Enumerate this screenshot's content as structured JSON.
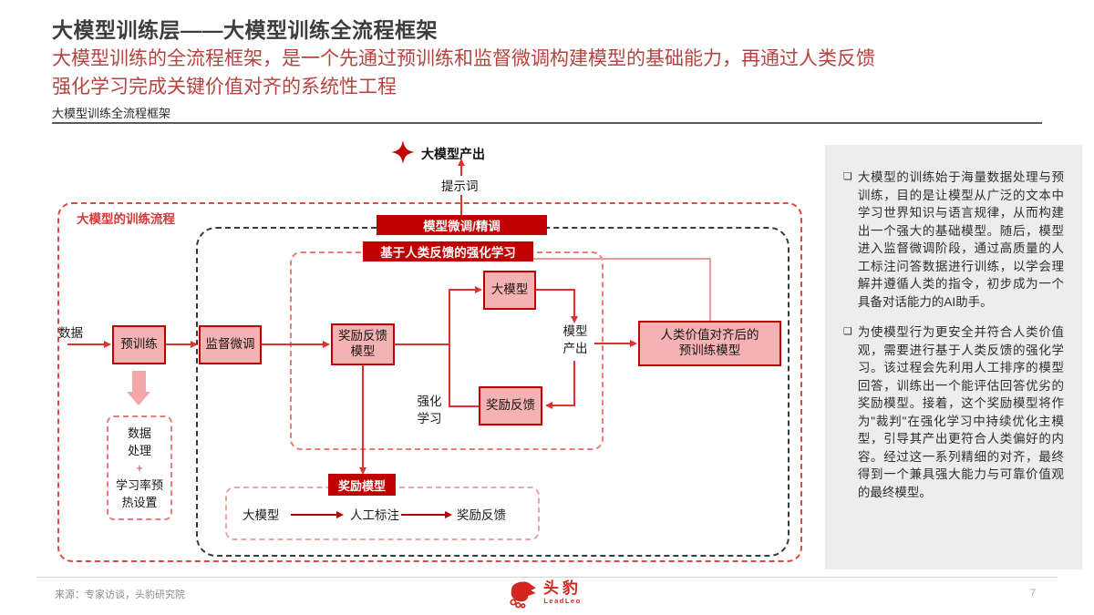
{
  "header": {
    "title": "大模型训练层——大模型训练全流程框架",
    "subtitle_line1": "大模型训练的全流程框架，是一个先通过预训练和监督微调构建模型的基础能力，再通过人类反馈",
    "subtitle_line2": "强化学习完成关键价值对齐的系统性工程",
    "section_label": "大模型训练全流程框架"
  },
  "diagram": {
    "output_label": "大模型产出",
    "prompt_label": "提示词",
    "container_label": "大模型的训练流程",
    "banners": {
      "finetune": "模型微调/精调",
      "rlhf": "基于人类反馈的强化学习",
      "reward_model": "奖励模型"
    },
    "boxes": {
      "pretrain": "预训练",
      "sft": "监督微调",
      "rfm_l1": "奖励反馈",
      "rfm_l2": "模型",
      "llm": "大模型",
      "reward_feedback": "奖励反馈",
      "aligned_l1": "人类价值对齐后的",
      "aligned_l2": "预训练模型"
    },
    "labels": {
      "data": "数据",
      "model_output_l1": "模型",
      "model_output_l2": "产出",
      "rl_l1": "强化",
      "rl_l2": "学习",
      "pre_l1": "数据",
      "pre_l2": "处理",
      "pre_plus": "+",
      "pre_l3": "学习率预",
      "pre_l4": "热设置"
    },
    "bottom_row": {
      "llm": "大模型",
      "annotate": "人工标注",
      "reward": "奖励反馈"
    }
  },
  "sidebar": {
    "bullet_marker": "❑",
    "bullet1": "大模型的训练始于海量数据处理与预训练，目的是让模型从广泛的文本中学习世界知识与语言规律，从而构建出一个强大的基础模型。随后，模型进入监督微调阶段，通过高质量的人工标注问答数据进行训练，以学会理解并遵循人类的指令，初步成为一个具备对话能力的AI助手。",
    "bullet2": "为使模型行为更安全并符合人类价值观，需要进行基于人类反馈的强化学习。该过程会先利用人工排序的模型回答，训练出一个能评估回答优劣的奖励模型。接着，这个奖励模型将作为\"裁判\"在强化学习中持续优化主模型，引导其产出更符合人类偏好的内容。经过这一系列精细的对齐，最终得到一个兼具强大能力与可靠价值观的最终模型。"
  },
  "footer": {
    "source": "来源：专家访谈，头豹研究院",
    "logo_cn": "头豹",
    "logo_en": "LeadLeo",
    "page": "7"
  },
  "colors": {
    "accent_red": "#C00000",
    "box_fill": "#F5B2B2",
    "arrow_red": "#E03030",
    "subtitle_red": "#B5433F",
    "sidebar_bg": "#EDEDEE",
    "logo_red": "#D4261E"
  }
}
